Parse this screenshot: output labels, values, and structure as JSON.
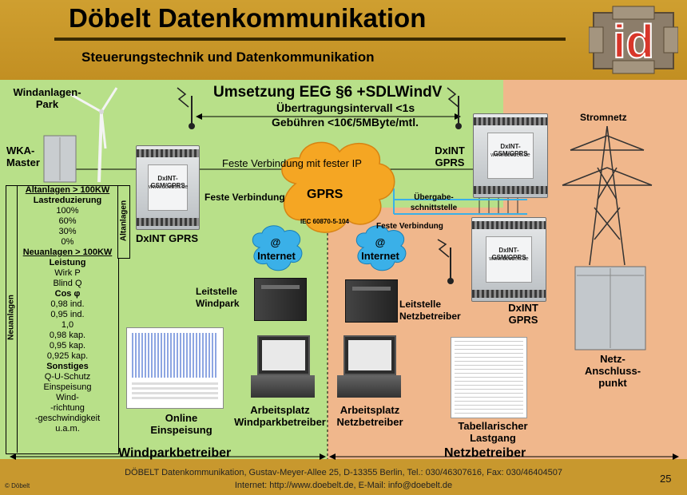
{
  "header": {
    "title": "Döbelt Datenkommunikation",
    "subtitle": "Steuerungstechnik und Datenkommunikation",
    "logo_text": "id"
  },
  "diagram": {
    "headline": "Umsetzung EEG §6 +SDLWindV",
    "interval": "Übertragungsintervall <1s",
    "fees": "Gebühren <10€/5MByte/mtl.",
    "windpark_label": "Windanlagen-\nPark",
    "wka_label": "WKA-\nMaster",
    "dxint_left": "DxINT GPRS",
    "dxint_right_top": "DxINT\nGPRS",
    "dxint_right_bottom": "DxINT\nGPRS",
    "fixed_ip": "Feste Verbindung mit fester IP",
    "fixed_conn_left": "Feste Verbindung",
    "fixed_conn_right": "Feste Verbindung",
    "gprs": "GPRS",
    "iec": "IEC 60870-5-104",
    "internet": "Internet",
    "internet_at": "@",
    "handover": "Übergabe-\nschnittstelle",
    "stromnetz": "Stromnetz",
    "leitstelle_windpark": "Leitstelle\nWindpark",
    "leitstelle_netz": "Leitstelle\nNetzbetreiber",
    "online": "Online\nEinspeisung",
    "ap_wind": "Arbeitsplatz\nWindparkbetreiber",
    "ap_netz": "Arbeitsplatz\nNetzbetreiber",
    "tab_lastgang": "Tabellarischer\nLastgang",
    "netz_point": "Netz-\nAnschluss-\npunkt",
    "windparkbetreiber": "Windparkbetreiber",
    "netzbetreiber": "Netzbetreiber",
    "device_brand": "DxINT-GSM/GPRS",
    "device_url": "www.doebelt.de",
    "altanlagen_vertical": "Altanlagen",
    "neuanlagen_vertical": "Neuanlagen"
  },
  "table": {
    "alt_header": "Altanlagen > 100KW",
    "lastred": "Lastreduzierung",
    "alt_values": [
      "100%",
      "60%",
      "30%",
      "0%"
    ],
    "neu_header": "Neuanlagen > 100KW",
    "leistung": "Leistung",
    "leistung_values": [
      "Wirk P",
      "Blind Q"
    ],
    "cos": "Cos φ",
    "cos_values": [
      "0,98 ind.",
      "0,95 ind.",
      "1,0",
      "0,98 kap.",
      "0,95 kap.",
      "0,925 kap."
    ],
    "sonstiges": "Sonstiges",
    "sonstiges_values": [
      "Q-U-Schutz",
      "Einspeisung",
      "Wind-",
      "-richtung",
      "-geschwindigkeit",
      "u.a.m."
    ]
  },
  "footer": {
    "address": "DÖBELT Datenkommunikation, Gustav-Meyer-Allee 25, D-13355 Berlin, Tel.: 030/46307616, Fax: 030/46404507",
    "contact": "Internet: http://www.doebelt.de, E-Mail: info@doebelt.de",
    "copyright": "© Döbelt",
    "page": "25"
  },
  "colors": {
    "header_bg": "#c8982e",
    "green_zone": "#b8e089",
    "orange_zone": "#f0b78c",
    "cloud": "#f5a623",
    "internet_cloud": "#3ab0e8"
  }
}
